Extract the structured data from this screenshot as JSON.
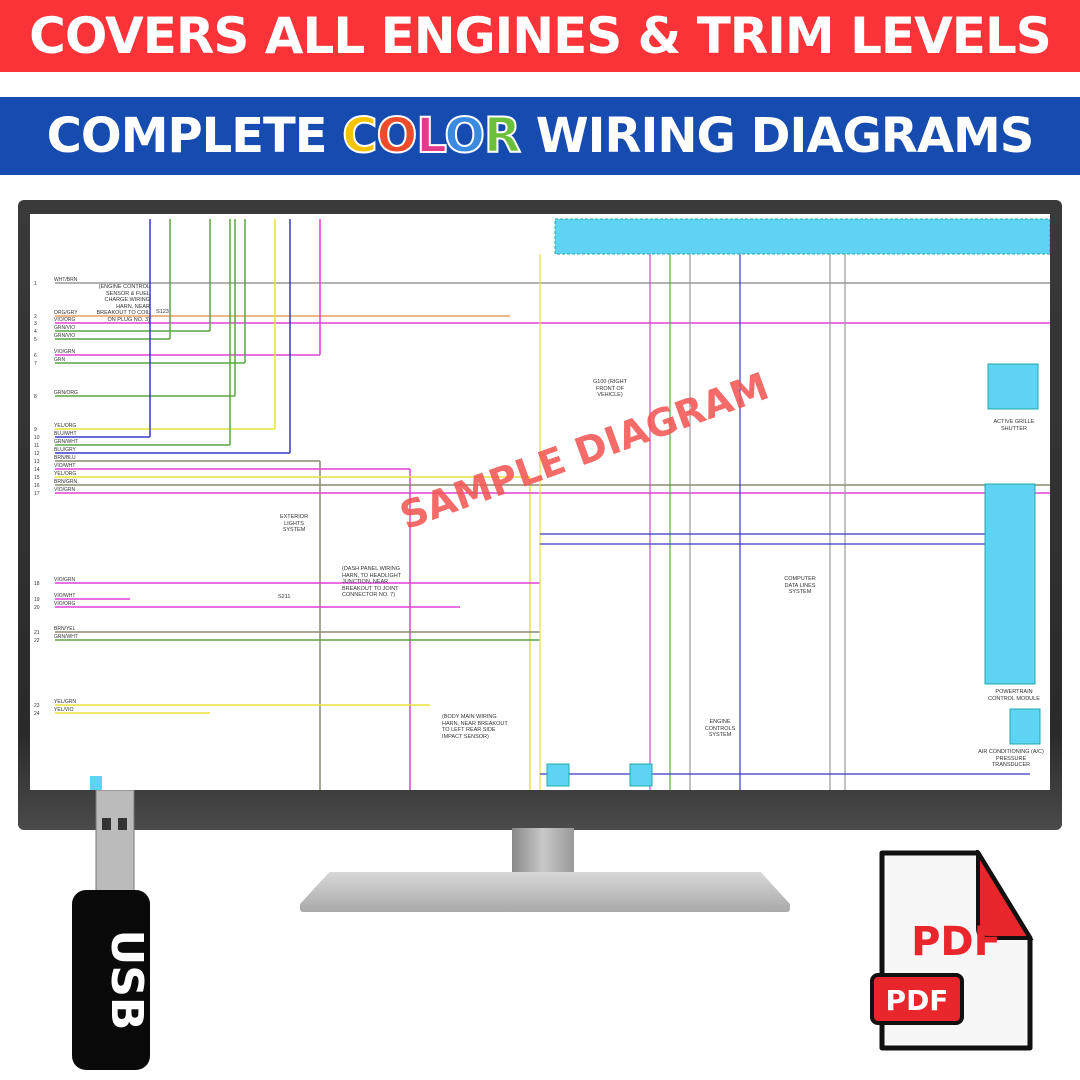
{
  "banners": {
    "top": "COVERS ALL ENGINES & TRIM LEVELS",
    "bottom_prefix": "COMPLETE",
    "bottom_color_word": [
      "C",
      "O",
      "L",
      "O",
      "R"
    ],
    "bottom_suffix": "WIRING DIAGRAMS",
    "top_bg": "#f93337",
    "bottom_bg": "#164bb0",
    "color_word_colors": [
      "#f5c400",
      "#ef4a2a",
      "#e43a8c",
      "#3a8be0",
      "#6bbf3a"
    ]
  },
  "diagram": {
    "watermark": "SAMPLE DIAGRAM",
    "left_wires": [
      {
        "pin": "1",
        "label": "WHT/BRN"
      },
      {
        "pin": "2",
        "label": "ORG/GRY"
      },
      {
        "pin": "3",
        "label": "VIO/ORG"
      },
      {
        "pin": "4",
        "label": "GRN/VIO"
      },
      {
        "pin": "5",
        "label": "GRN/VIO"
      },
      {
        "pin": "6",
        "label": "VIO/GRN"
      },
      {
        "pin": "7",
        "label": "GRN"
      },
      {
        "pin": "8",
        "label": "GRN/ORG"
      },
      {
        "pin": "9",
        "label": "YEL/ORG"
      },
      {
        "pin": "10",
        "label": "BLU/WHT"
      },
      {
        "pin": "11",
        "label": "GRN/WHT"
      },
      {
        "pin": "12",
        "label": "BLU/GRY"
      },
      {
        "pin": "13",
        "label": "BRN/BLU"
      },
      {
        "pin": "14",
        "label": "VIO/WHT"
      },
      {
        "pin": "15",
        "label": "YEL/ORG"
      },
      {
        "pin": "16",
        "label": "BRN/GRN"
      },
      {
        "pin": "17",
        "label": "VIO/GRN"
      },
      {
        "pin": "18",
        "label": "VIO/GRN"
      },
      {
        "pin": "19",
        "label": "VIO/WHT"
      },
      {
        "pin": "20",
        "label": "VIO/ORG"
      },
      {
        "pin": "21",
        "label": "BRN/YEL"
      },
      {
        "pin": "22",
        "label": "GRN/WHT"
      },
      {
        "pin": "23",
        "label": "YEL/GRN"
      },
      {
        "pin": "24",
        "label": "YEL/VIO"
      }
    ],
    "notes": [
      "(ENGINE CONTROL SENSOR & FUEL CHARGE WIRING HARN, NEAR BREAKOUT TO COIL ON PLUG NO. 3)",
      "S123",
      "EXTERIOR LIGHTS SYSTEM",
      "(DASH PANEL WIRING HARN, TO HEADLIGHT JUNCTION, NEAR BREAKOUT TO JOINT CONNECTOR NO. 7)",
      "S211",
      "(BODY MAIN WIRING HARN, NEAR BREAKOUT TO LEFT REAR SIDE IMPACT SENSOR)",
      "G100 (RIGHT FRONT OF VEHICLE)",
      "ACTIVE GRILLE SHUTTER",
      "POWERTRAIN CONTROL MODULE",
      "AIR CONDITIONING (A/C) PRESSURE TRANSDUCER",
      "COMPUTER DATA LINES SYSTEM",
      "ENGINE CONTROLS SYSTEM"
    ]
  },
  "usb": {
    "label": "USB"
  },
  "pdf": {
    "big_label": "PDF",
    "badge_label": "PDF",
    "accent": "#e8262b"
  }
}
